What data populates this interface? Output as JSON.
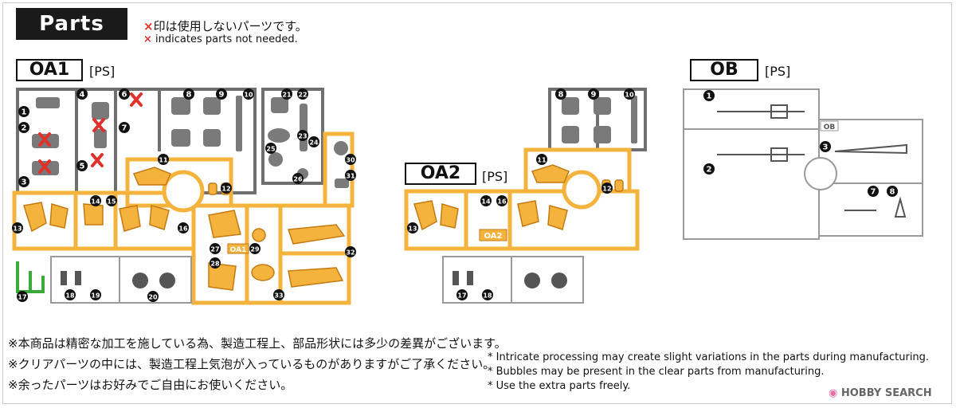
{
  "header": {
    "title": "Parts list",
    "note_jp": "印は使用しないパーツです。",
    "note_en": "indicates parts not needed.",
    "x_symbol": "×"
  },
  "runners": {
    "oa1": {
      "label": "OA1",
      "material": "[PS]",
      "tag": "OA1"
    },
    "oa2": {
      "label": "OA2",
      "material": "[PS]",
      "tag": "OA2"
    },
    "ob": {
      "label": "OB",
      "material": "[PS]",
      "tag": "OB"
    }
  },
  "part_numbers": {
    "oa1": [
      "1",
      "2",
      "3",
      "4",
      "5",
      "6",
      "7",
      "8",
      "9",
      "10",
      "11",
      "12",
      "13",
      "14",
      "15",
      "16",
      "17",
      "18",
      "19",
      "20",
      "21",
      "22",
      "23",
      "24",
      "25",
      "26",
      "27",
      "28",
      "29",
      "30",
      "31",
      "32",
      "33"
    ],
    "oa2": [
      "8",
      "9",
      "10",
      "11",
      "12",
      "13",
      "14",
      "16",
      "17",
      "18"
    ],
    "ob": [
      "1",
      "2",
      "3",
      "7",
      "8"
    ]
  },
  "colors": {
    "orange": "#f4b33d",
    "gray": "#6f6f6f",
    "green": "#3aaa3a",
    "clear": "#9a9a9a",
    "x_red": "#e0312d"
  },
  "footer": {
    "jp": [
      "※本商品は精密な加工を施している為、製造工程上、部品形状には多少の差異がございます。",
      "※クリアパーツの中には、製造工程上気泡が入っているものがありますがご了承ください。",
      "※余ったパーツはお好みでご自由にお使いください。"
    ],
    "en": [
      "* Intricate processing may create slight variations in the parts during manufacturing.",
      "* Bubbles may be present in the clear parts from manufacturing.",
      "* Use the extra parts freely."
    ]
  },
  "watermark": {
    "brand_icon": "hobby-search-logo-icon",
    "text": "HOBBY SEARCH"
  }
}
